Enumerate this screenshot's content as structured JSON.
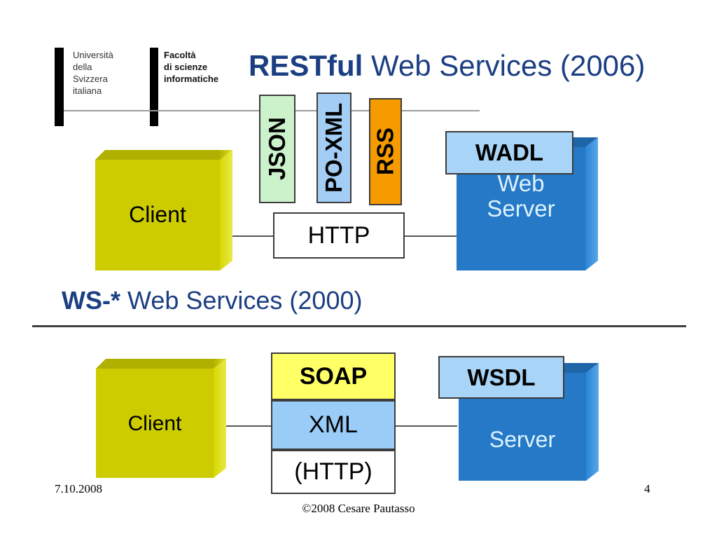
{
  "slide": {
    "logo": {
      "university": "Università\ndella\nSvizzera\nitaliana",
      "faculty": "Facoltà\ndi scienze\ninformatiche"
    },
    "titles": {
      "rest_strong": "RESTful",
      "rest_rest": " Web Services (2006)",
      "ws_strong": "WS-*",
      "ws_rest": " Web Services (2000)"
    },
    "rest_section": {
      "client_label": "Client",
      "protocol_boxes": [
        {
          "label": "JSON",
          "color": "#ccf2cc"
        },
        {
          "label": "PO-XML",
          "color": "#a3cdf5"
        },
        {
          "label": "RSS",
          "color": "#f59b00"
        }
      ],
      "transport_label": "HTTP",
      "description_label": "WADL",
      "server_label": "Web\nServer",
      "server_line1": "Web",
      "server_line2": "Server"
    },
    "ws_section": {
      "client_label": "Client",
      "stack": [
        {
          "label": "SOAP",
          "color": "#ffff66"
        },
        {
          "label": "XML",
          "color": "#99ccf7"
        },
        {
          "label": "(HTTP)",
          "color": "#ffffff"
        }
      ],
      "description_label": "WSDL",
      "server_label": "Server"
    },
    "footer": {
      "date": "7.10.2008",
      "copyright": "©2008 Cesare Pautasso",
      "page_number": "4"
    },
    "colors": {
      "title_blue": "#1b3f82",
      "client_yellow": "#cccc00",
      "server_blue": "#2579c6",
      "description_blue": "#a8d4f7"
    }
  }
}
